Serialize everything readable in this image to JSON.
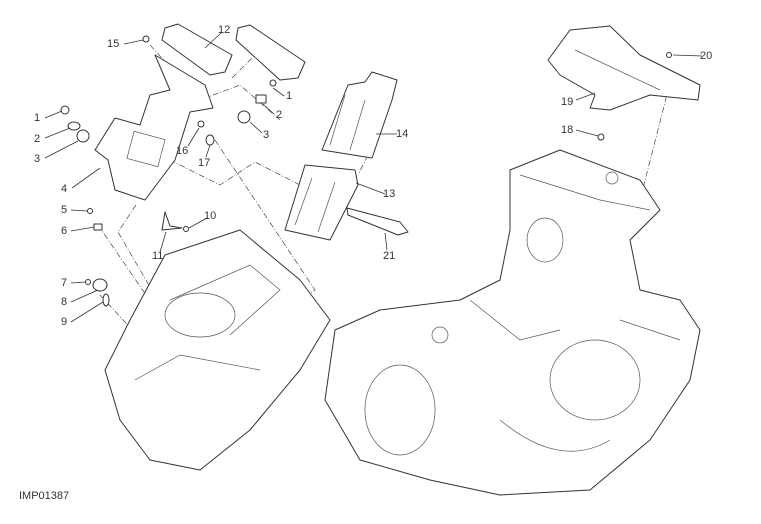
{
  "diagram_code": "IMP01387",
  "callouts": [
    {
      "number": "15"
    },
    {
      "number": "12"
    },
    {
      "number": "1"
    },
    {
      "number": "2"
    },
    {
      "number": "3"
    },
    {
      "number": "1"
    },
    {
      "number": "2"
    },
    {
      "number": "3"
    },
    {
      "number": "4"
    },
    {
      "number": "16"
    },
    {
      "number": "17"
    },
    {
      "number": "5"
    },
    {
      "number": "6"
    },
    {
      "number": "10"
    },
    {
      "number": "11"
    },
    {
      "number": "7"
    },
    {
      "number": "8"
    },
    {
      "number": "9"
    },
    {
      "number": "14"
    },
    {
      "number": "13"
    },
    {
      "number": "21"
    },
    {
      "number": "19"
    },
    {
      "number": "18"
    },
    {
      "number": "20"
    }
  ]
}
